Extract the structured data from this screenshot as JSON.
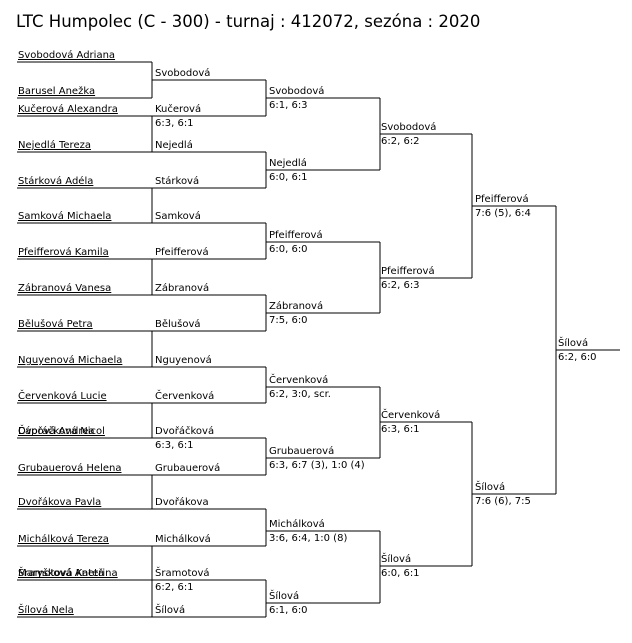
{
  "title": "LTC Humpolec (C - 300) - turnaj : 412072, sezóna : 2020",
  "rounds": [
    [
      {
        "label": "Svobodová Adriana",
        "underline": true
      },
      {
        "label": "Barusel Anežka",
        "underline": true
      },
      {
        "label": "Kučerová Alexandra",
        "underline": true
      },
      {
        "label": "Nejedlá Tereza",
        "underline": true
      },
      {
        "label": "Stárková Adéla",
        "underline": true
      },
      {
        "label": "Samková Michaela",
        "underline": true
      },
      {
        "label": "Pfeifferová Kamila",
        "underline": true
      },
      {
        "label": "Zábranová Vanesa",
        "underline": true
      },
      {
        "label": "Bělušová Petra",
        "underline": true
      },
      {
        "label": "Nguyenová Michaela",
        "underline": true
      },
      {
        "label": "Červenková Lucie",
        "underline": true
      },
      {
        "label": "Čápová Andrea",
        "underline": true
      },
      {
        "label": "Dvořáčková Nicol",
        "underline": true
      },
      {
        "label": "Grubauerová Helena",
        "underline": true
      },
      {
        "label": "Dvořákova Pavla",
        "underline": true
      },
      {
        "label": "Michálková Tereza",
        "underline": true
      },
      {
        "label": "Šramotová Kateřina",
        "underline": true
      },
      {
        "label": "Maryšková Aneta",
        "underline": true
      },
      {
        "label": "Šílová Nela",
        "underline": true
      }
    ],
    [
      {
        "name": "Svobodová",
        "score": ""
      },
      {
        "name": "Kučerová",
        "score": "6:3, 6:1"
      },
      {
        "name": "Nejedlá",
        "score": ""
      },
      {
        "name": "Stárková",
        "score": ""
      },
      {
        "name": "Samková",
        "score": ""
      },
      {
        "name": "Pfeifferová",
        "score": ""
      },
      {
        "name": "Zábranová",
        "score": ""
      },
      {
        "name": "Bělušová",
        "score": ""
      },
      {
        "name": "Nguyenová",
        "score": ""
      },
      {
        "name": "Červenková",
        "score": ""
      },
      {
        "name": "Dvořáčková",
        "score": "6:3, 6:1"
      },
      {
        "name": "Grubauerová",
        "score": ""
      },
      {
        "name": "Dvořákova",
        "score": ""
      },
      {
        "name": "Michálková",
        "score": ""
      },
      {
        "name": "Šramotová",
        "score": "6:2, 6:1"
      },
      {
        "name": "Šílová",
        "score": ""
      }
    ],
    [
      {
        "name": "Svobodová",
        "score": "6:1, 6:3"
      },
      {
        "name": "Nejedlá",
        "score": "6:0, 6:1"
      },
      {
        "name": "Pfeifferová",
        "score": "6:0, 6:0"
      },
      {
        "name": "Zábranová",
        "score": "7:5, 6:0"
      },
      {
        "name": "Červenková",
        "score": "6:2, 3:0, scr."
      },
      {
        "name": "Grubauerová",
        "score": "6:3, 6:7 (3), 1:0 (4)"
      },
      {
        "name": "Michálková",
        "score": "3:6, 6:4, 1:0 (8)"
      },
      {
        "name": "Šílová",
        "score": "6:1, 6:0"
      }
    ],
    [
      {
        "name": "Svobodová",
        "score": "6:2, 6:2"
      },
      {
        "name": "Pfeifferová",
        "score": "6:2, 6:3"
      },
      {
        "name": "Červenková",
        "score": "6:3, 6:1"
      },
      {
        "name": "Šílová",
        "score": "6:0, 6:1"
      }
    ],
    [
      {
        "name": "Pfeifferová",
        "score": "7:6 (5), 6:4"
      },
      {
        "name": "Šílová",
        "score": "7:6 (6), 7:5"
      }
    ],
    [
      {
        "name": "Šílová",
        "score": "6:2, 6:0"
      }
    ]
  ]
}
